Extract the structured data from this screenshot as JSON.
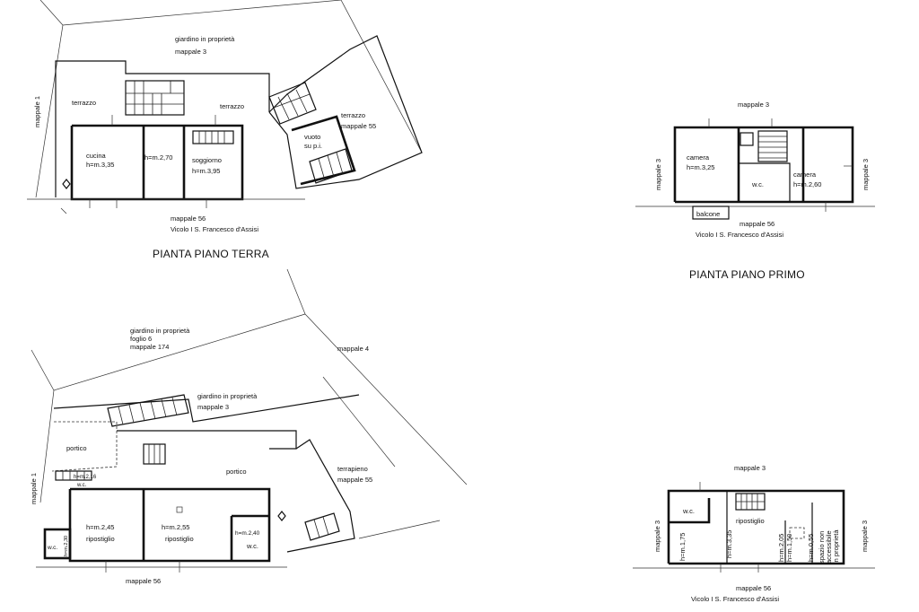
{
  "plans": {
    "terra": {
      "title": "PIANTA PIANO TERRA",
      "labels": {
        "giardino": "giardino in proprietà",
        "giardino_mappale": "mappale 3",
        "mappale1": "mappale 1",
        "terrazzo1": "terrazzo",
        "terrazzo2": "terrazzo",
        "terrazzo3": "terrazzo",
        "terrazzo3_mappale": "mappale 55",
        "vuoto1": "vuoto",
        "vuoto2": "su p.i.",
        "cucina": "cucina",
        "cucina_h": "h=m.3,35",
        "corridoio_h": "h=m.2,70",
        "soggiorno": "soggiorno",
        "soggiorno_h": "h=m.3,95",
        "mappale56": "mappale 56",
        "vicolo": "Vicolo I S. Francesco d'Assisi"
      }
    },
    "primo": {
      "title": "PIANTA PIANO PRIMO",
      "labels": {
        "mappale3_top": "mappale 3",
        "mappale3_left": "mappale 3",
        "mappale3_right": "mappale 3",
        "camera1": "camera",
        "camera1_h": "h=m.3,25",
        "wc": "w.c.",
        "camera2": "camera",
        "camera2_h": "h=m.2,60",
        "balcone": "balcone",
        "mappale56": "mappale 56",
        "vicolo": "Vicolo I S. Francesco d'Assisi"
      }
    },
    "seminterrato": {
      "labels": {
        "giardino": "giardino in proprietà",
        "foglio": "foglio 6",
        "mappale174": "mappale 174",
        "mappale4": "mappale 4",
        "giardino2": "giardino in proprietà",
        "giardino2_mappale": "mappale 3",
        "portico1": "portico",
        "portico2": "portico",
        "terrapieno": "terrapieno",
        "terrapieno_mappale": "mappale 55",
        "mappale1": "mappale 1",
        "h_small": "h=m.2,16",
        "wc_top": "w.c.",
        "h1": "h=m.2,45",
        "rip1": "ripostiglio",
        "h2": "h=m.2,55",
        "rip2": "ripostiglio",
        "h3": "h=m.2,40",
        "wc_right": "w.c.",
        "wc_left": "w.c.",
        "h_wc_left": "h=m.2,30",
        "mappale56": "mappale 56"
      }
    },
    "sottotetto": {
      "labels": {
        "mappale3_top": "mappale 3",
        "mappale3_left": "mappale 3",
        "mappale3_right": "mappale 3",
        "wc": "w.c.",
        "ripostiglio": "ripostiglio",
        "h1": "h=m.1,75",
        "h2": "h=m.3,35",
        "h3": "h=m.2,05",
        "h4": "h=m.1,50",
        "h5": "h=m.0,55",
        "spazio1": "spazio non",
        "spazio2": "accessibile",
        "spazio3": "in proprietà",
        "mappale56": "mappale 56",
        "vicolo": "Vicolo I S. Francesco d'Assisi"
      }
    }
  }
}
